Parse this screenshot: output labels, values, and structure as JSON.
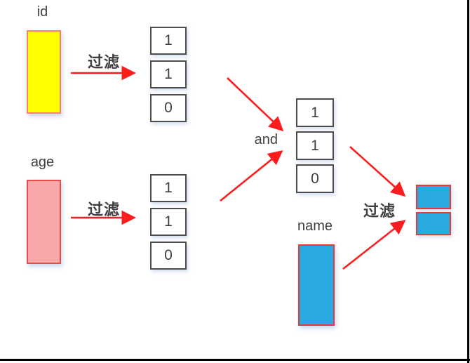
{
  "labels": {
    "filter": "过滤",
    "and": "and"
  },
  "columns": {
    "id": {
      "label": "id",
      "fill": "#ffff00",
      "border": "#fa8070"
    },
    "age": {
      "label": "age",
      "fill": "#f8a8a8",
      "border": "#e34d4d"
    },
    "name": {
      "label": "name",
      "fill": "#29abe2",
      "border": "#e33b3b"
    }
  },
  "bitmaps": {
    "id": [
      "1",
      "1",
      "0"
    ],
    "age": [
      "1",
      "1",
      "0"
    ],
    "and": [
      "1",
      "1",
      "0"
    ]
  },
  "result_blocks": 2,
  "colors": {
    "arrow": "#fb1d1d",
    "box_border": "#4d4d4d",
    "text": "#3f3f3f",
    "frame": "#000000",
    "id_fill": "#ffff00",
    "id_border": "#fa8070",
    "age_fill": "#f8a8a8",
    "age_border": "#e34d4d",
    "name_fill": "#29abe2",
    "name_border": "#e33b3b",
    "result_fill": "#29abe2",
    "result_border": "#e33b3b"
  }
}
